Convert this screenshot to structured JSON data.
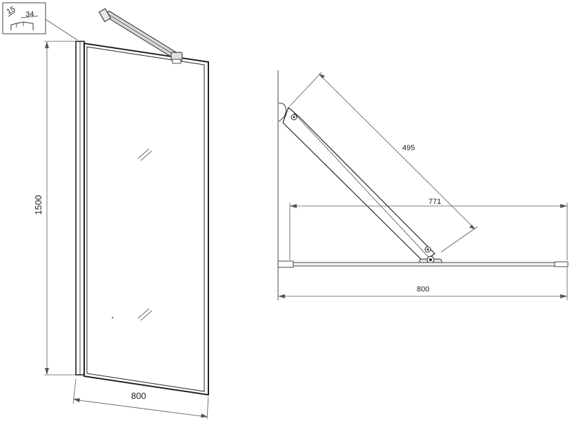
{
  "detail": {
    "dim_a": "15",
    "dim_b": "34"
  },
  "front_view": {
    "height_label": "1500",
    "width_label": "800"
  },
  "top_view": {
    "arm_label": "495",
    "span_label": "771",
    "width_label": "800"
  },
  "colors": {
    "line": "#1f1f1f",
    "frame": "#2a2a2a",
    "arm_fill": "#d8d8d8",
    "dim": "#555555"
  }
}
